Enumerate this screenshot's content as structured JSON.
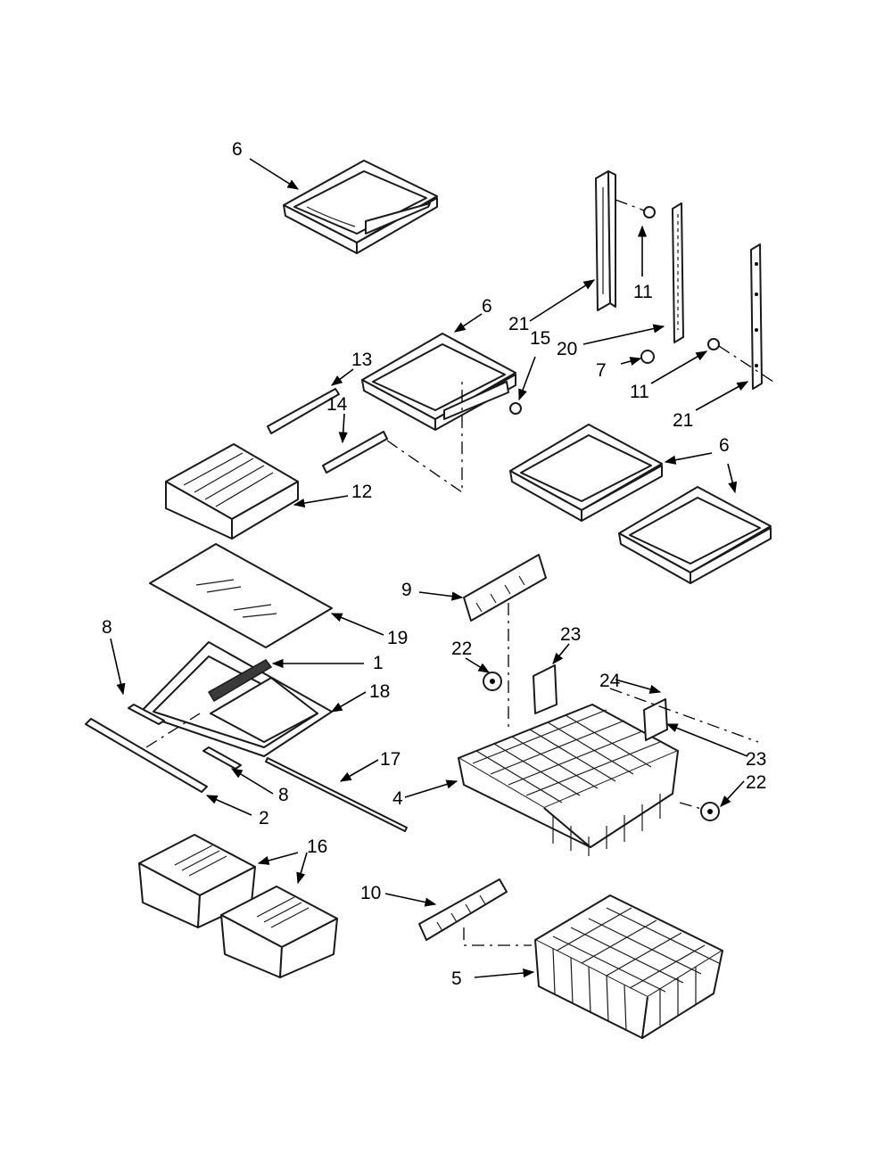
{
  "callouts": {
    "c6a": "6",
    "c6b": "6",
    "c6c": "6",
    "c6d": "6",
    "c21a": "21",
    "c21b": "21",
    "c11a": "11",
    "c11b": "11",
    "c15": "15",
    "c20": "20",
    "c7": "7",
    "c13": "13",
    "c14": "14",
    "c12": "12",
    "c9": "9",
    "c19": "19",
    "c1": "1",
    "c18": "18",
    "c8a": "8",
    "c8b": "8",
    "c22a": "22",
    "c22b": "22",
    "c23a": "23",
    "c23b": "23",
    "c24": "24",
    "c17": "17",
    "c4": "4",
    "c2": "2",
    "c16": "16",
    "c10": "10",
    "c5": "5"
  }
}
